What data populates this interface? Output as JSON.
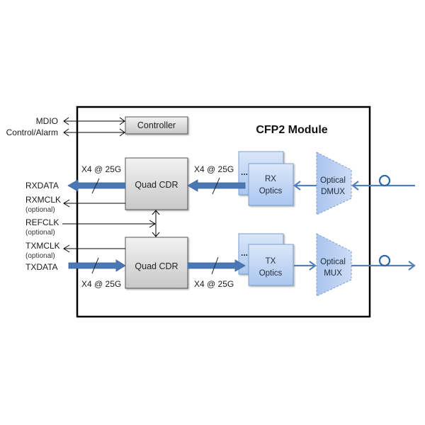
{
  "module": {
    "title": "CFP2 Module"
  },
  "blocks": {
    "controller": "Controller",
    "quad_cdr_rx": "Quad CDR",
    "quad_cdr_tx": "Quad CDR",
    "rx_optics": [
      "RX",
      "Optics"
    ],
    "tx_optics": [
      "TX",
      "Optics"
    ],
    "optical_dmux": [
      "Optical",
      "DMUX"
    ],
    "optical_mux": [
      "Optical",
      "MUX"
    ],
    "ellipsis": "..."
  },
  "signals": {
    "mdio": "MDIO",
    "control_alarm": "Control/Alarm",
    "rxdata": "RXDATA",
    "rxmclk": "RXMCLK",
    "refclk": "REFCLK",
    "txmclk": "TXMCLK",
    "txdata": "TXDATA",
    "optional": "(optional)"
  },
  "bus_labels": {
    "rx_host": "X4 @ 25G",
    "rx_optics": "X4 @ 25G",
    "tx_host": "X4 @ 25G",
    "tx_optics": "X4 @ 25G"
  },
  "colors": {
    "bus_blue": "#4a78b4",
    "fiber_blue": "#4f81bd",
    "optics_fill": "#c6d9f5",
    "optics_border": "#7f9fd0",
    "cdr_gray": "#d9d9d9",
    "frame": "#000000"
  }
}
